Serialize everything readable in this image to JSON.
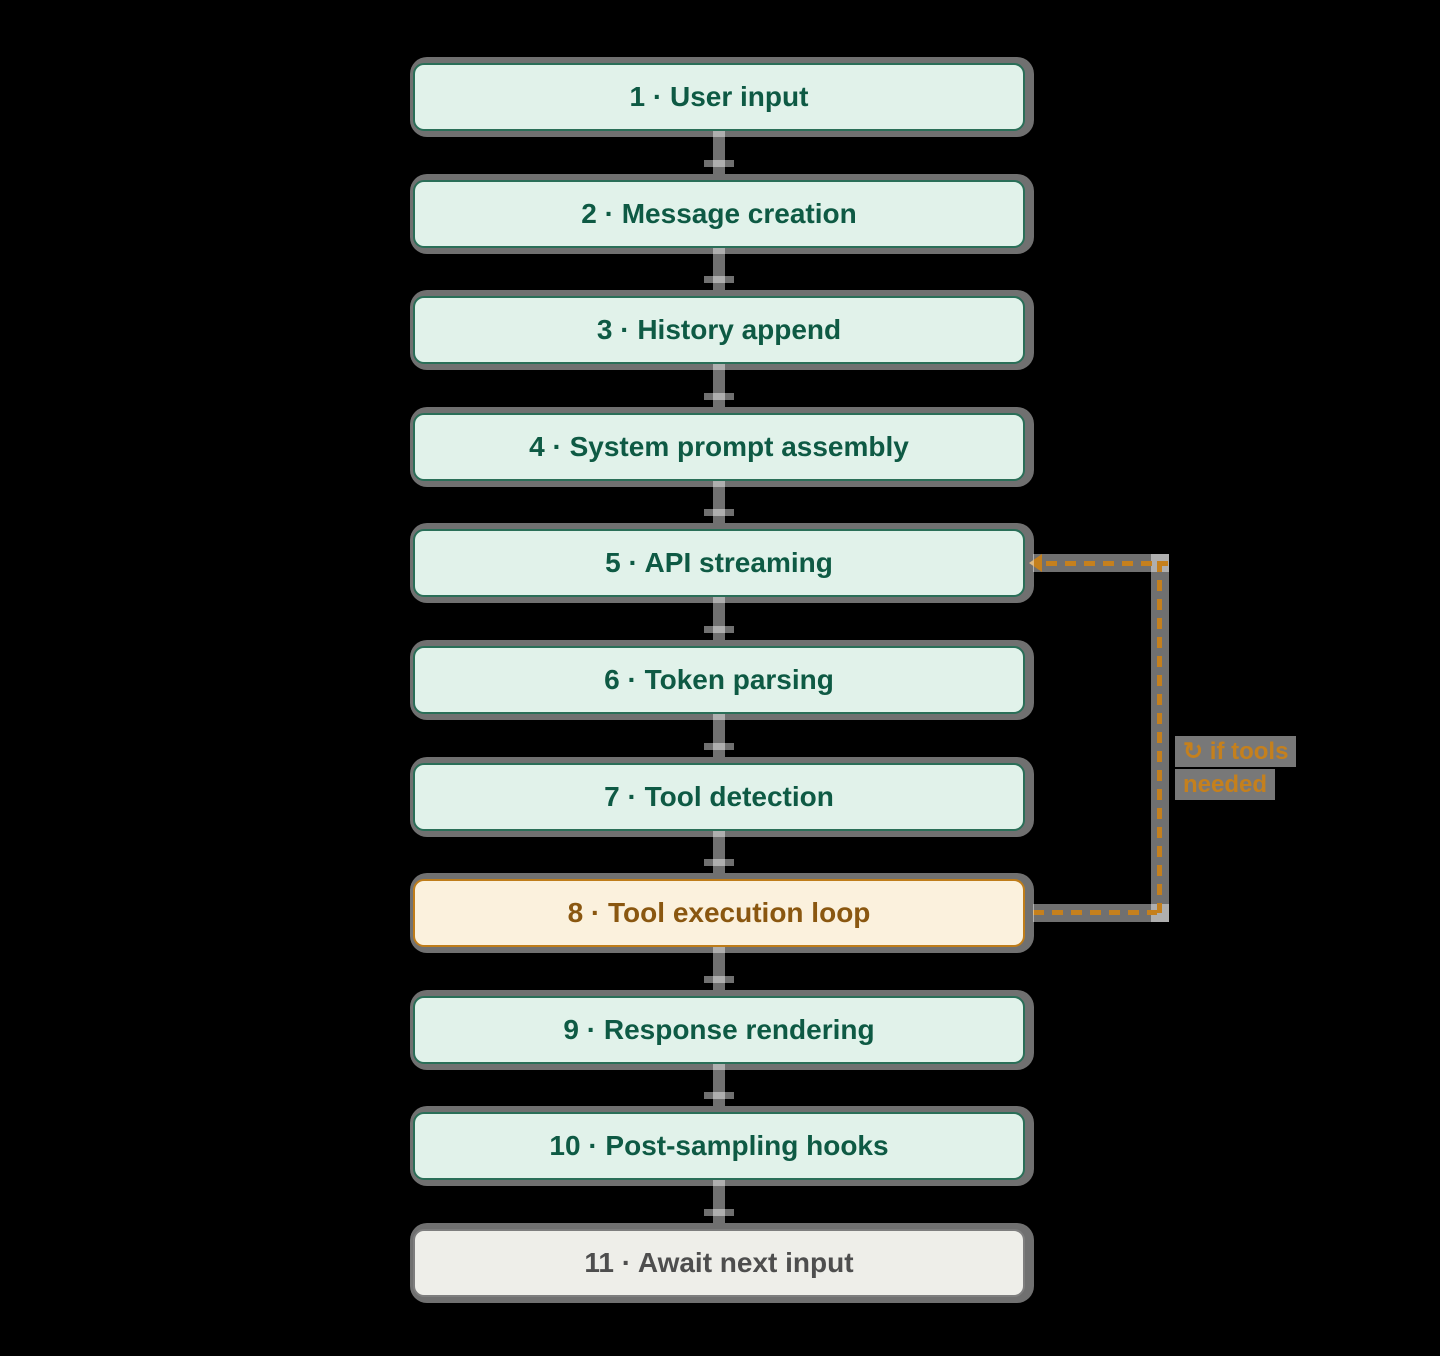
{
  "diagram": {
    "background_color": "#000000",
    "connector_color": "#707070",
    "loop_color": "#c5801d",
    "node_styles": {
      "green": {
        "fill": "#e1f2ea",
        "border": "#2a6f58",
        "text": "#0e5a44"
      },
      "orange": {
        "fill": "#fbf1dd",
        "border": "#bf7d1a",
        "text": "#8a5710"
      },
      "gray": {
        "fill": "#eeeee9",
        "border": "#7e7e7e",
        "text": "#4e4e4e"
      }
    },
    "nodes": [
      {
        "id": "user-input",
        "label": "1 · User input",
        "style": "green"
      },
      {
        "id": "message-creation",
        "label": "2 · Message creation",
        "style": "green"
      },
      {
        "id": "history-append",
        "label": "3 · History append",
        "style": "green"
      },
      {
        "id": "system-prompt-assembly",
        "label": "4 · System prompt assembly",
        "style": "green"
      },
      {
        "id": "api-streaming",
        "label": "5 · API streaming",
        "style": "green"
      },
      {
        "id": "token-parsing",
        "label": "6 · Token parsing",
        "style": "green"
      },
      {
        "id": "tool-detection",
        "label": "7 · Tool detection",
        "style": "green"
      },
      {
        "id": "tool-execution-loop",
        "label": "8 · Tool execution loop",
        "style": "orange"
      },
      {
        "id": "response-rendering",
        "label": "9 · Response rendering",
        "style": "green"
      },
      {
        "id": "post-sampling-hooks",
        "label": "10 · Post-sampling hooks",
        "style": "green"
      },
      {
        "id": "await-next-input",
        "label": "11 · Await next input",
        "style": "gray"
      }
    ],
    "loop_edge": {
      "from": "8 · Tool execution loop",
      "to": "5 · API streaming",
      "icon": "↻",
      "label_line1": "if tools",
      "label_line2": "needed"
    }
  }
}
